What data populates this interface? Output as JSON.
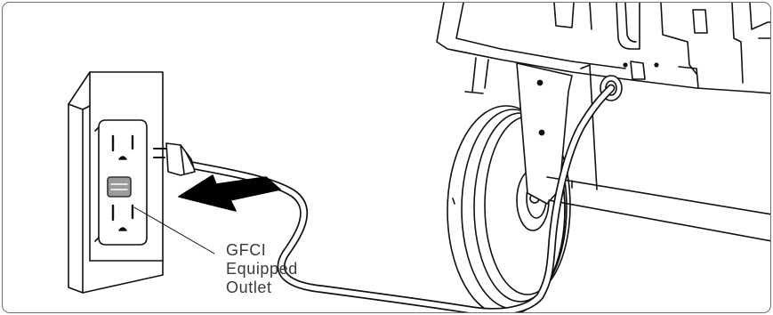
{
  "callout": {
    "line1": "GFCI",
    "line2": "Equipped",
    "line3": "Outlet"
  },
  "icons": [
    "wall-outlet",
    "power-plug",
    "insert-arrow",
    "cart-wheel",
    "power-cord"
  ],
  "colors": {
    "stroke": "#111111",
    "frame": "#6f6f6f",
    "arrow": "#000000",
    "gfci-button": "#9a9a9a",
    "text": "#3a3a3a"
  }
}
